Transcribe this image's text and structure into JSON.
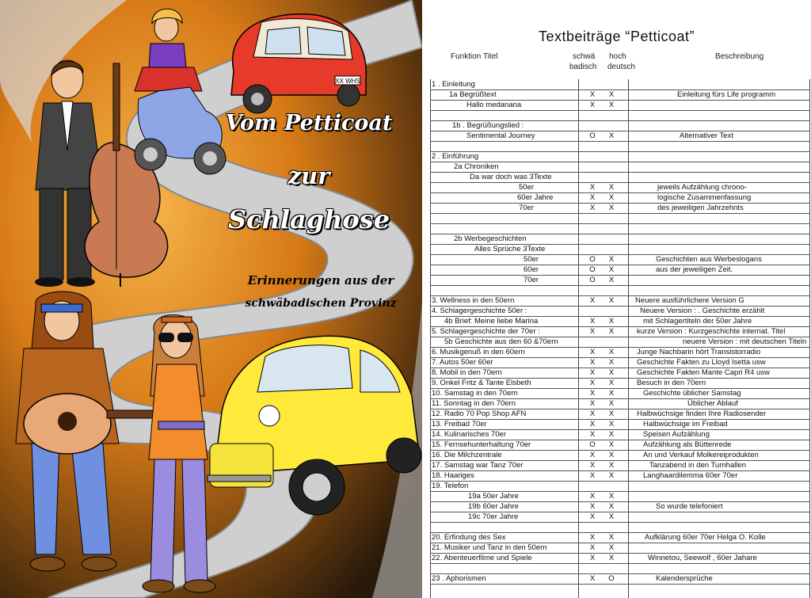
{
  "poster": {
    "title_line1": "Vom Petticoat",
    "title_line2": "zur",
    "title_line3": "Schlaghose",
    "subtitle_line1": "Erinnerungen aus der",
    "subtitle_line2": "schwäbadischen Provinz",
    "plate_text": "XX WHS"
  },
  "sheet": {
    "title": "Textbeiträge  “Petticoat”",
    "headers": {
      "funktion": "Funktion   Titel",
      "schwa_1": "schwä",
      "schwa_2": "badisch",
      "hoch_1": "hoch",
      "hoch_2": "deutsch",
      "beschreibung": "Beschreibung"
    },
    "rows": [
      {
        "title": "1 . Einleitung",
        "indent": 2,
        "m1": "",
        "m2": "",
        "desc": "",
        "dindent": 0
      },
      {
        "title": "1a   Begrüßtext",
        "indent": 24,
        "m1": "X",
        "m2": "X",
        "desc": "Einleitung fürs Life programm",
        "dindent": 57
      },
      {
        "title": "Hallo  medanana",
        "indent": 46,
        "m1": "X",
        "m2": "X",
        "desc": "",
        "dindent": 0
      },
      {
        "title": "",
        "indent": 0,
        "m1": "",
        "m2": "",
        "desc": "",
        "dindent": 0
      },
      {
        "title": "1b  . Begrüßungslied :",
        "indent": 28,
        "m1": "",
        "m2": "",
        "desc": "",
        "dindent": 0
      },
      {
        "title": "Sentimental Journey",
        "indent": 46,
        "m1": "O",
        "m2": "X",
        "desc": "Alternativer Text",
        "dindent": 60
      },
      {
        "title": "",
        "indent": 0,
        "m1": "",
        "m2": "",
        "desc": "",
        "dindent": 0
      },
      {
        "title": "2 .   Einführung",
        "indent": 2,
        "m1": "",
        "m2": "",
        "desc": "",
        "dindent": 0
      },
      {
        "title": "2a   Chroniken",
        "indent": 30,
        "m1": "",
        "m2": "",
        "desc": "",
        "dindent": 0
      },
      {
        "title": "Da war doch was     3Texte",
        "indent": 50,
        "m1": "",
        "m2": "",
        "desc": "",
        "dindent": 0
      },
      {
        "title": "50er",
        "indent": 112,
        "m1": "X",
        "m2": "X",
        "desc": "jeweils Aufzählung   chrono-",
        "dindent": 32
      },
      {
        "title": "60er  Jahre",
        "indent": 110,
        "m1": "X",
        "m2": "X",
        "desc": "logische Zusammenfassung",
        "dindent": 32
      },
      {
        "title": "70er",
        "indent": 112,
        "m1": "X",
        "m2": "X",
        "desc": "des jeweiligen Jahrzehnts",
        "dindent": 32
      },
      {
        "title": "",
        "indent": 0,
        "m1": "",
        "m2": "",
        "desc": "",
        "dindent": 0
      },
      {
        "title": "",
        "indent": 0,
        "m1": "",
        "m2": "",
        "desc": "",
        "dindent": 0
      },
      {
        "title": "2b   Werbegeschichten",
        "indent": 30,
        "m1": "",
        "m2": "",
        "desc": "",
        "dindent": 0
      },
      {
        "title": "Alles Sprüche       3Texte",
        "indent": 56,
        "m1": "",
        "m2": "",
        "desc": "",
        "dindent": 0
      },
      {
        "title": "50er",
        "indent": 118,
        "m1": "O",
        "m2": "X",
        "desc": "Geschichten  aus Werbeslogans",
        "dindent": 30
      },
      {
        "title": "60er",
        "indent": 118,
        "m1": "O",
        "m2": "X",
        "desc": "aus der jeweiligen Zeit.",
        "dindent": 30
      },
      {
        "title": "70er",
        "indent": 118,
        "m1": "O",
        "m2": "X",
        "desc": "",
        "dindent": 0
      },
      {
        "title": "",
        "indent": 0,
        "m1": "",
        "m2": "",
        "desc": "",
        "dindent": 0
      },
      {
        "title": "3.      Wellness in den 50ern",
        "indent": 2,
        "m1": "X",
        "m2": "X",
        "desc": "Neuere ausführlichere Version   G",
        "dindent": 4
      },
      {
        "title": "4.     Schlagergeschichte  50er   :",
        "indent": 2,
        "m1": "",
        "m2": "",
        "desc": "Neuere Version  :  . Geschichte  erzählt",
        "dindent": 10
      },
      {
        "title": "4b      Brief:    Meine liebe Marina",
        "indent": 18,
        "m1": "X",
        "m2": "X",
        "desc": "mit Schlagertiteln der 50er Jahre",
        "dindent": 14
      },
      {
        "title": "5.    Schlagergeschichte der 70er :",
        "indent": 2,
        "m1": "X",
        "m2": "X",
        "desc": "kurze Version  :  Kurzgeschichte internat. Titel",
        "dindent": 6
      },
      {
        "title": "5b Geschichte aus den 60 &70ern",
        "indent": 18,
        "m1": "",
        "m2": "",
        "desc": "neuere Version : mit  deutschen Titeln",
        "dindent": 64
      },
      {
        "title": "6.     Musikgenuß in den 60ern",
        "indent": 2,
        "m1": "X",
        "m2": "X",
        "desc": "Junge  Nachbarin hört Transistorradio",
        "dindent": 6
      },
      {
        "title": "7.      Autos 50er 60er",
        "indent": 2,
        "m1": "X",
        "m2": "X",
        "desc": "Geschichte  Fakten zu Lloyd  Isetta  usw",
        "dindent": 6
      },
      {
        "title": "8.     Mobil in den 70ern",
        "indent": 2,
        "m1": "X",
        "m2": "X",
        "desc": "Geschichte    Fakten   Mante  Capri  R4   usw",
        "dindent": 6
      },
      {
        "title": "9.   Onkel Fritz & Tante Elsbeth",
        "indent": 2,
        "m1": "X",
        "m2": "X",
        "desc": "Besuch in den 70ern",
        "dindent": 6
      },
      {
        "title": "10.    Samstag in den 70ern",
        "indent": 2,
        "m1": "X",
        "m2": "X",
        "desc": "Geschichte    üblicher Samstag",
        "dindent": 14
      },
      {
        "title": "11.    Sonntag in den 70ern",
        "indent": 2,
        "m1": "X",
        "m2": "X",
        "desc": "Üblicher Ablauf",
        "dindent": 70
      },
      {
        "title": "12.    Radio 70 Pop Shop AFN",
        "indent": 2,
        "m1": "X",
        "m2": "X",
        "desc": "Halbwüchsige finden Ihre Radiosender",
        "dindent": 6
      },
      {
        "title": "13.    Freibad  70er",
        "indent": 2,
        "m1": "X",
        "m2": "X",
        "desc": "Halbwüchsige im Freibad",
        "dindent": 14
      },
      {
        "title": "14.    Kulinarisches   70er",
        "indent": 2,
        "m1": "X",
        "m2": "X",
        "desc": "Speisen  Aufzählung",
        "dindent": 14
      },
      {
        "title": "15.   Fernsehunterhaltung    70er",
        "indent": 2,
        "m1": "O",
        "m2": "X",
        "desc": "Aufzählung als Büttenrede",
        "dindent": 14
      },
      {
        "title": "16.  Die Milchzentrale",
        "indent": 2,
        "m1": "X",
        "m2": "X",
        "desc": "An und Verkauf    Molkereiprodukten",
        "dindent": 14
      },
      {
        "title": "17.   Samstag war Tanz 70er",
        "indent": 2,
        "m1": "X",
        "m2": "X",
        "desc": "Tanzabend in den  Turnhallen",
        "dindent": 22
      },
      {
        "title": "18.   Haariges",
        "indent": 2,
        "m1": "X",
        "m2": "X",
        "desc": "Langhaardilemma    60er 70er",
        "dindent": 14
      },
      {
        "title": "19.   Telefon",
        "indent": 2,
        "m1": "",
        "m2": "",
        "desc": "",
        "dindent": 0
      },
      {
        "title": "19a   50er Jahre",
        "indent": 48,
        "m1": "X",
        "m2": "X",
        "desc": "",
        "dindent": 0
      },
      {
        "title": "19b   60er Jahre",
        "indent": 48,
        "m1": "X",
        "m2": "X",
        "desc": "So wurde telefoniert",
        "dindent": 30
      },
      {
        "title": "19c   70er Jahre",
        "indent": 48,
        "m1": "X",
        "m2": "X",
        "desc": "",
        "dindent": 0
      },
      {
        "title": "",
        "indent": 0,
        "m1": "",
        "m2": "",
        "desc": "",
        "dindent": 0
      },
      {
        "title": "20.      Erfindung des Sex",
        "indent": 2,
        "m1": "X",
        "m2": "X",
        "desc": "Aufklärung 60er 70er Helga  O.   Kolle",
        "dindent": 16
      },
      {
        "title": "21.    Musiker    und Tanz in den 50ern",
        "indent": 2,
        "m1": "X",
        "m2": "X",
        "desc": "",
        "dindent": 0
      },
      {
        "title": "22.    Abenteuerfilme und  Spiele",
        "indent": 2,
        "m1": "X",
        "m2": "X",
        "desc": "Winnetou,  Seewolf , 60er Jahare",
        "dindent": 20
      },
      {
        "title": "",
        "indent": 0,
        "m1": "",
        "m2": "",
        "desc": "",
        "dindent": 0
      },
      {
        "title": "23 .      Aphorismen",
        "indent": 2,
        "m1": "X",
        "m2": "O",
        "desc": "Kalendersprüche",
        "dindent": 30
      }
    ]
  }
}
